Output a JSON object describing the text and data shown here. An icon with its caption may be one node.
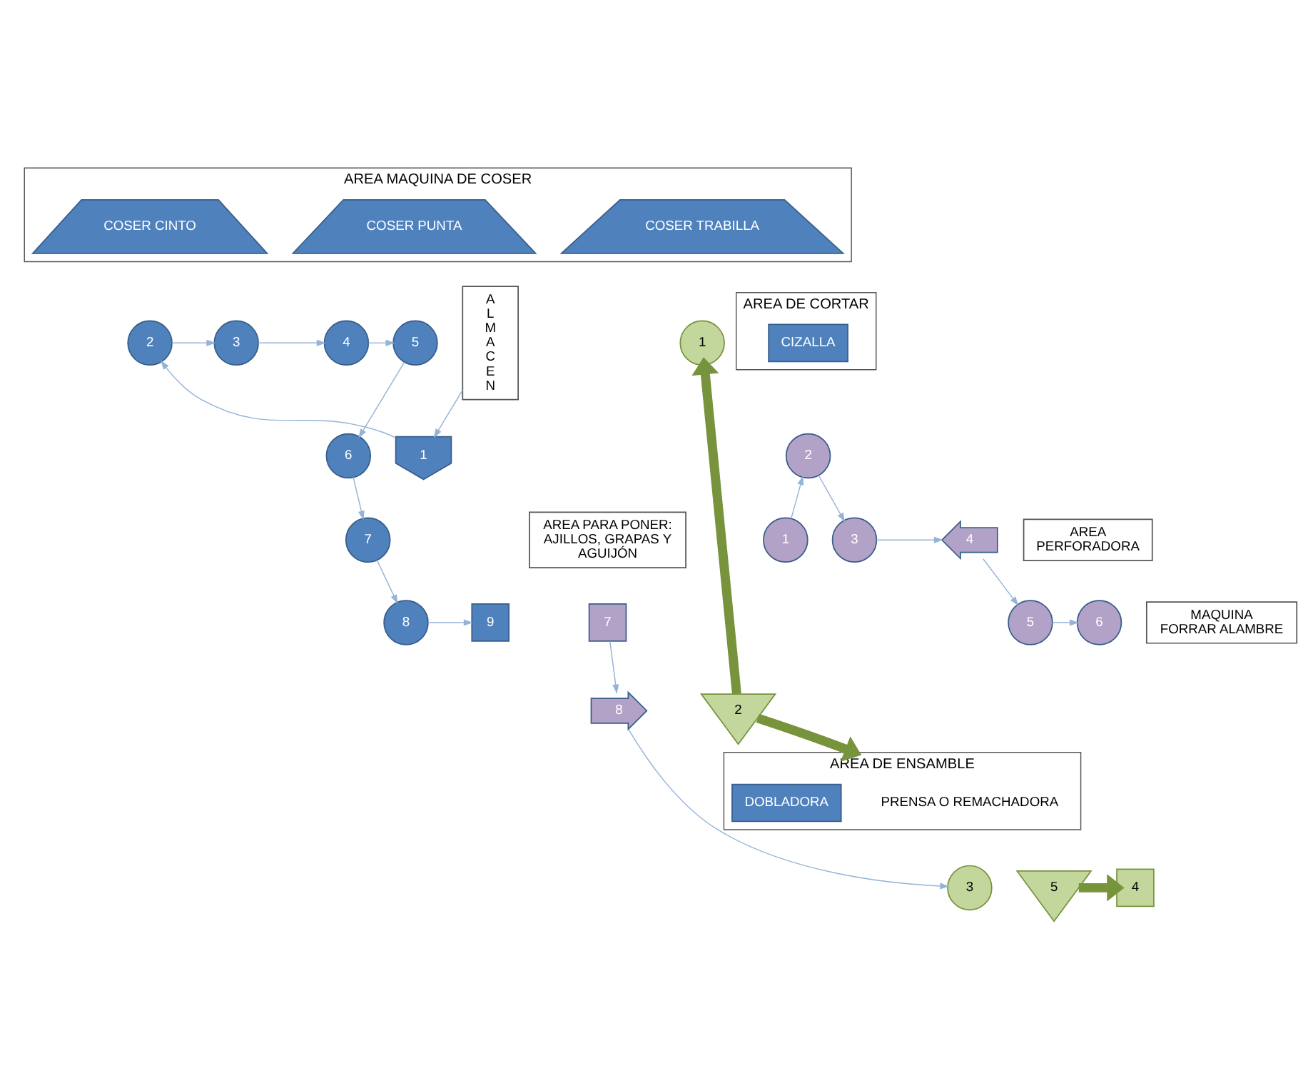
{
  "diagram": {
    "nodes": [
      {
        "text": [
          "AREA MAQUINA DE COSER"
        ]
      },
      {
        "text": [
          "COSER CINTO"
        ],
        "in": 0
      },
      {
        "text": [
          "COSER TRABILLA"
        ],
        "in": 0
      },
      {
        "text": [
          "COSER PUNTA"
        ],
        "in": 0
      },
      {
        "text": [
          "ALMACEN"
        ]
      },
      {
        "text": [
          "1"
        ]
      },
      {
        "text": [
          "2"
        ]
      },
      {
        "text": [
          "3"
        ]
      },
      {
        "text": [
          "4"
        ]
      },
      {
        "text": [
          "5"
        ]
      },
      {
        "text": [
          "AREA DE CORTAR"
        ]
      },
      {
        "text": [
          "CIZALLA"
        ],
        "in": 10
      },
      {
        "text": [
          "AREA PERFORADORA"
        ]
      },
      {
        "text": [
          "6"
        ]
      },
      {
        "text": [
          "7"
        ]
      },
      {
        "text": [
          "8"
        ]
      },
      {
        "text": [
          "9"
        ]
      },
      {
        "text": [
          "AREA PARA PONER: AJILLOS, GRAPAS Y AGUIJÓN"
        ]
      },
      {
        "text": [
          "MAQUINA FORRAR ALAMBRE"
        ]
      },
      {
        "text": [
          "1"
        ]
      },
      {
        "text": [
          "2"
        ]
      },
      {
        "text": [
          "3"
        ]
      },
      {
        "text": [
          "4"
        ]
      },
      {
        "text": [
          "5"
        ]
      },
      {
        "text": [
          "6"
        ]
      },
      {
        "text": [
          "7"
        ]
      },
      {
        "text": [
          "8"
        ]
      },
      {
        "text": [
          "AREA DE ENSAMBLE"
        ]
      },
      {
        "text": [
          "PRENSA O REMACHADORA"
        ],
        "in": 27
      },
      {
        "text": [
          "DOBLADORA"
        ],
        "in": 27
      },
      {
        "text": [
          "1"
        ]
      },
      {
        "text": [
          "2"
        ]
      },
      {
        "text": [
          "3"
        ]
      },
      {
        "text": [
          "4"
        ]
      },
      {
        "text": [
          "5"
        ]
      }
    ],
    "edges": [
      {
        "from": 4,
        "to": 5,
        "arrow": "to"
      },
      {
        "from": 5,
        "to": 6,
        "arrow": "to"
      },
      {
        "from": 6,
        "to": 7,
        "arrow": "to"
      },
      {
        "from": 7,
        "to": 8,
        "arrow": "to"
      },
      {
        "from": 8,
        "to": 9,
        "arrow": "to"
      },
      {
        "from": 9,
        "to": 13,
        "arrow": "to"
      },
      {
        "from": 13,
        "to": 14,
        "arrow": "to"
      },
      {
        "from": 14,
        "to": 15,
        "arrow": "to"
      },
      {
        "from": 15,
        "to": 16,
        "arrow": "to"
      },
      {
        "from": 19,
        "to": 20,
        "arrow": "to"
      },
      {
        "from": 20,
        "to": 21,
        "arrow": "to"
      },
      {
        "from": 21,
        "to": 22,
        "arrow": "to"
      },
      {
        "from": 22,
        "to": 23,
        "arrow": "to"
      },
      {
        "from": 23,
        "to": 24,
        "arrow": "to"
      },
      {
        "from": 25,
        "to": 26,
        "arrow": "to"
      },
      {
        "from": 26,
        "to": 32,
        "arrow": "to"
      },
      {
        "from": 31,
        "to": 30,
        "arrow": "to",
        "style": "thick",
        "color": "#77933c"
      },
      {
        "from": 31,
        "to": 27,
        "arrow": "to",
        "style": "thick",
        "color": "#77933c"
      },
      {
        "from": 34,
        "to": 33,
        "arrow": "to",
        "style": "thick",
        "color": "#77933c"
      }
    ]
  }
}
